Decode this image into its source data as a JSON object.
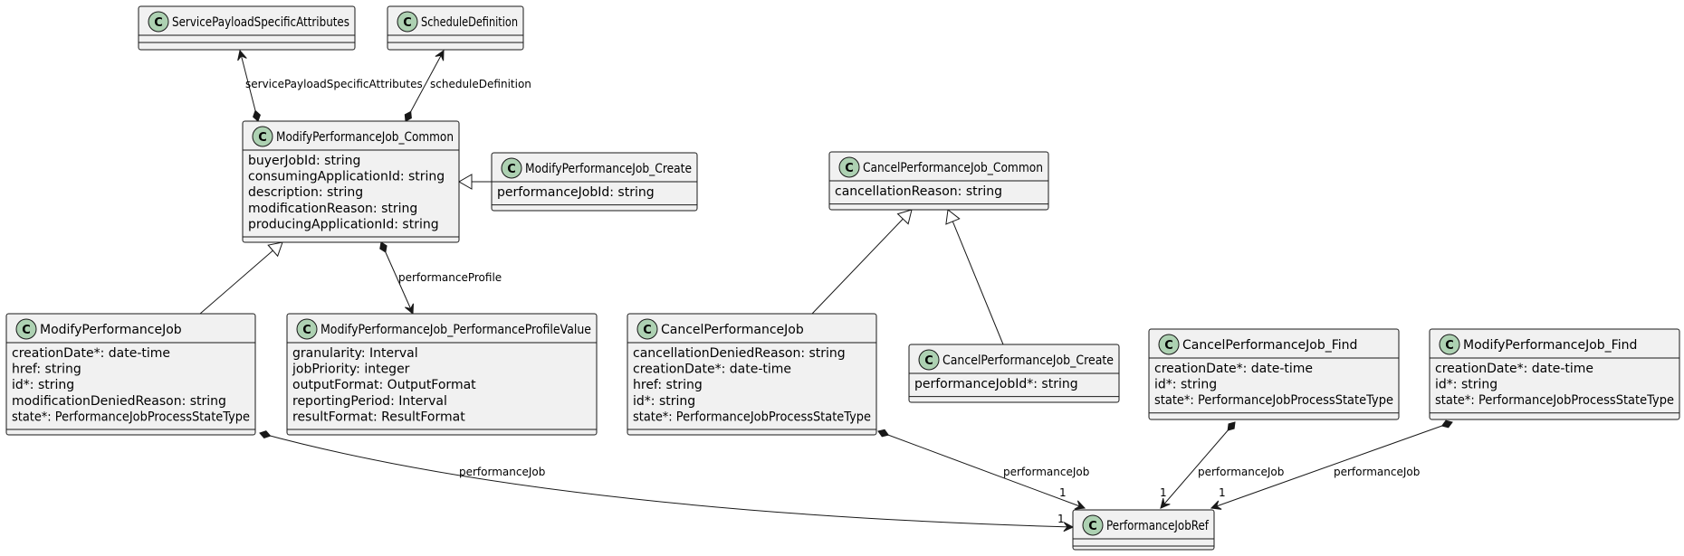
{
  "diagram": {
    "classes": [
      {
        "id": "spsa",
        "badge": "C",
        "name": "ServicePayloadSpecificAttributes",
        "attributes": []
      },
      {
        "id": "sd",
        "badge": "C",
        "name": "ScheduleDefinition",
        "attributes": []
      },
      {
        "id": "mpjc",
        "badge": "C",
        "name": "ModifyPerformanceJob_Common",
        "attributes": [
          "buyerJobId: string",
          "consumingApplicationId: string",
          "description: string",
          "modificationReason: string",
          "producingApplicationId: string"
        ]
      },
      {
        "id": "mpjcr",
        "badge": "C",
        "name": "ModifyPerformanceJob_Create",
        "attributes": [
          "performanceJobId: string"
        ]
      },
      {
        "id": "cpjc",
        "badge": "C",
        "name": "CancelPerformanceJob_Common",
        "attributes": [
          "cancellationReason: string"
        ]
      },
      {
        "id": "mpj",
        "badge": "C",
        "name": "ModifyPerformanceJob",
        "attributes": [
          "creationDate*: date-time",
          "href: string",
          "id*: string",
          "modificationDeniedReason: string",
          "state*: PerformanceJobProcessStateType"
        ]
      },
      {
        "id": "mpjppv",
        "badge": "C",
        "name": "ModifyPerformanceJob_PerformanceProfileValue",
        "attributes": [
          "granularity: Interval",
          "jobPriority: integer",
          "outputFormat: OutputFormat",
          "reportingPeriod: Interval",
          "resultFormat: ResultFormat"
        ]
      },
      {
        "id": "cpj",
        "badge": "C",
        "name": "CancelPerformanceJob",
        "attributes": [
          "cancellationDeniedReason: string",
          "creationDate*: date-time",
          "href: string",
          "id*: string",
          "state*: PerformanceJobProcessStateType"
        ]
      },
      {
        "id": "cpjcr",
        "badge": "C",
        "name": "CancelPerformanceJob_Create",
        "attributes": [
          "performanceJobId*: string"
        ]
      },
      {
        "id": "cpjf",
        "badge": "C",
        "name": "CancelPerformanceJob_Find",
        "attributes": [
          "creationDate*: date-time",
          "id*: string",
          "state*: PerformanceJobProcessStateType"
        ]
      },
      {
        "id": "mpjf",
        "badge": "C",
        "name": "ModifyPerformanceJob_Find",
        "attributes": [
          "creationDate*: date-time",
          "id*: string",
          "state*: PerformanceJobProcessStateType"
        ]
      },
      {
        "id": "pjr",
        "badge": "C",
        "name": "PerformanceJobRef",
        "attributes": []
      }
    ],
    "relations": [
      {
        "id": "r-spsa",
        "kind": "composition",
        "from": "mpjc",
        "to": "spsa",
        "label": "servicePayloadSpecificAttributes",
        "multiplicity": ""
      },
      {
        "id": "r-sd",
        "kind": "composition",
        "from": "mpjc",
        "to": "sd",
        "label": "scheduleDefinition",
        "multiplicity": ""
      },
      {
        "id": "r-mpjcr",
        "kind": "generalization",
        "from": "mpjcr",
        "to": "mpjc",
        "label": "",
        "multiplicity": ""
      },
      {
        "id": "r-mpj",
        "kind": "generalization",
        "from": "mpj",
        "to": "mpjc",
        "label": "",
        "multiplicity": ""
      },
      {
        "id": "r-pp",
        "kind": "composition",
        "from": "mpjc",
        "to": "mpjppv",
        "label": "performanceProfile",
        "multiplicity": ""
      },
      {
        "id": "r-cpj",
        "kind": "generalization",
        "from": "cpj",
        "to": "cpjc",
        "label": "",
        "multiplicity": ""
      },
      {
        "id": "r-cpjcr",
        "kind": "generalization",
        "from": "cpjcr",
        "to": "cpjc",
        "label": "",
        "multiplicity": ""
      },
      {
        "id": "r-mpj-pjr",
        "kind": "composition",
        "from": "mpj",
        "to": "pjr",
        "label": "performanceJob",
        "multiplicity": "1"
      },
      {
        "id": "r-cpj-pjr",
        "kind": "composition",
        "from": "cpj",
        "to": "pjr",
        "label": "performanceJob",
        "multiplicity": "1"
      },
      {
        "id": "r-cpjf-pjr",
        "kind": "composition",
        "from": "cpjf",
        "to": "pjr",
        "label": "performanceJob",
        "multiplicity": "1"
      },
      {
        "id": "r-mpjf-pjr",
        "kind": "composition",
        "from": "mpjf",
        "to": "pjr",
        "label": "performanceJob",
        "multiplicity": "1"
      }
    ]
  }
}
